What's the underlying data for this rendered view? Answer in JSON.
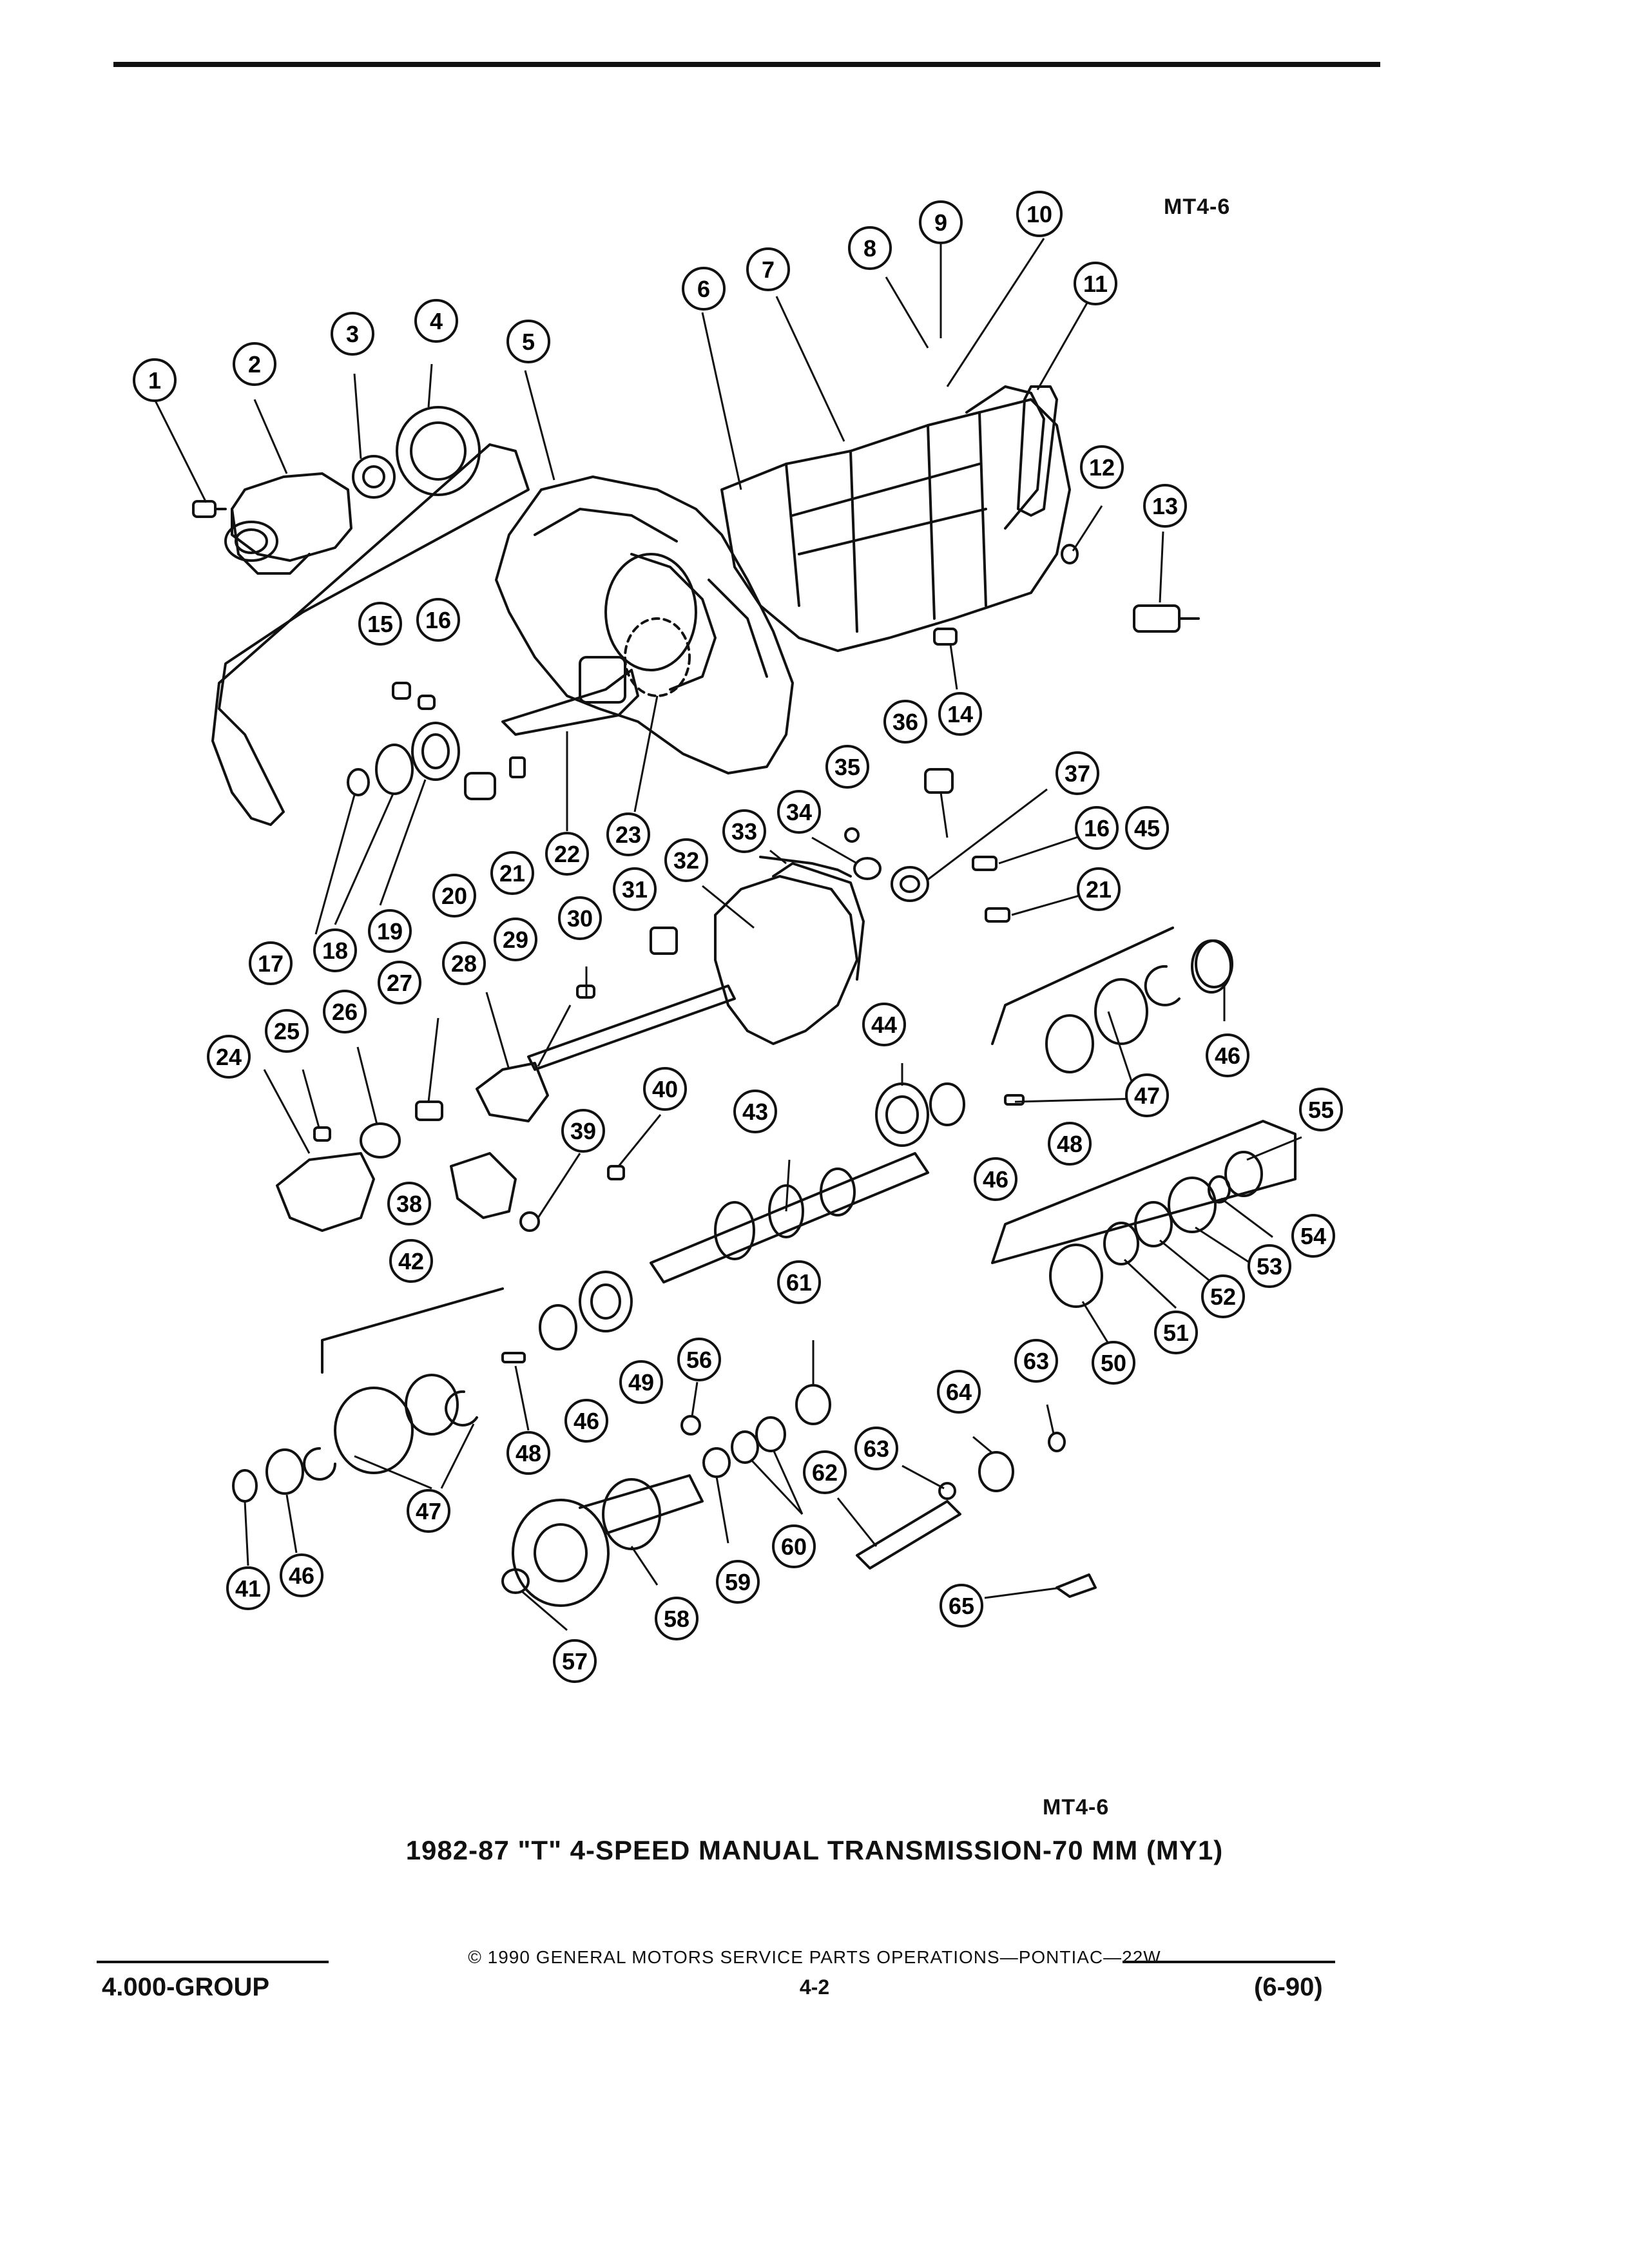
{
  "header": {
    "figure_ref": "MT4-6"
  },
  "diagram": {
    "callouts": [
      "1",
      "2",
      "3",
      "4",
      "5",
      "6",
      "7",
      "8",
      "9",
      "10",
      "11",
      "12",
      "13",
      "14",
      "15",
      "16",
      "17",
      "18",
      "19",
      "20",
      "21",
      "22",
      "23",
      "24",
      "25",
      "26",
      "27",
      "28",
      "29",
      "30",
      "31",
      "32",
      "33",
      "34",
      "35",
      "36",
      "37",
      "16",
      "21",
      "45",
      "46",
      "47",
      "48",
      "44",
      "43",
      "46",
      "40",
      "39",
      "38",
      "42",
      "49",
      "46",
      "48",
      "47",
      "41",
      "46",
      "56",
      "59",
      "58",
      "57",
      "61",
      "60",
      "62",
      "63",
      "64",
      "63",
      "65",
      "55",
      "54",
      "53",
      "52",
      "51",
      "50"
    ]
  },
  "caption": {
    "figure_ref": "MT4-6",
    "title": "1982-87 \"T\" 4-SPEED MANUAL TRANSMISSION-70 MM (MY1)"
  },
  "footer": {
    "copyright": "© 1990 GENERAL MOTORS SERVICE PARTS OPERATIONS—PONTIAC—22W",
    "group": "4.000-GROUP",
    "page": "4-2",
    "edition": "(6-90)"
  }
}
